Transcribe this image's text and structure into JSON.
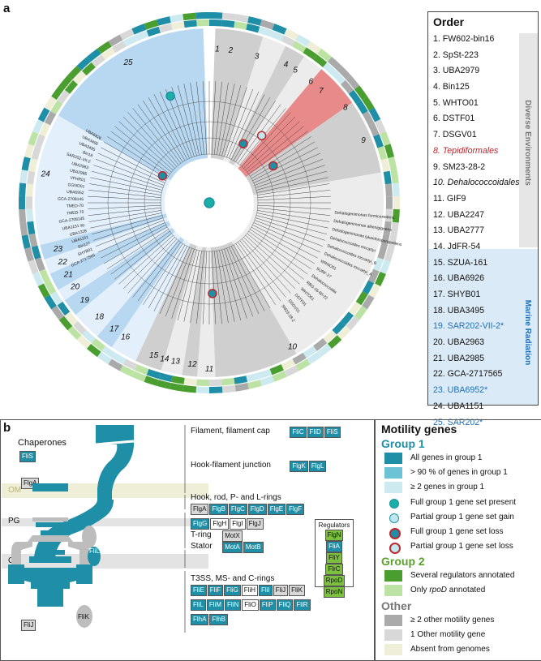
{
  "panel_a": {
    "letter": "a",
    "order_legend": {
      "title": "Order",
      "items": [
        {
          "label": "1. FW602-bin16",
          "style": "normal"
        },
        {
          "label": "2. SpSt-223",
          "style": "normal"
        },
        {
          "label": "3. UBA2979",
          "style": "normal"
        },
        {
          "label": "4. Bin125",
          "style": "normal"
        },
        {
          "label": "5. WHTO01",
          "style": "normal"
        },
        {
          "label": "6. DSTF01",
          "style": "normal"
        },
        {
          "label": "7. DSGV01",
          "style": "normal"
        },
        {
          "label": "8. Tepidiformales",
          "style": "red-italic"
        },
        {
          "label": "9. SM23-28-2",
          "style": "normal"
        },
        {
          "label": "10. Dehalococcoidales",
          "style": "italic"
        },
        {
          "label": "11. GIF9",
          "style": "normal"
        },
        {
          "label": "12. UBA2247",
          "style": "normal"
        },
        {
          "label": "13. UBA2777",
          "style": "normal"
        },
        {
          "label": "14. JdFR-54",
          "style": "normal"
        },
        {
          "label": "15. SZUA-161",
          "style": "normal"
        },
        {
          "label": "16. UBA6926",
          "style": "normal"
        },
        {
          "label": "17. SHYB01",
          "style": "normal"
        },
        {
          "label": "18. UBA3495",
          "style": "normal"
        },
        {
          "label": "19. SAR202-VII-2*",
          "style": "blue"
        },
        {
          "label": "20. UBA2963",
          "style": "normal"
        },
        {
          "label": "21. UBA2985",
          "style": "normal"
        },
        {
          "label": "22. GCA-2717565",
          "style": "normal"
        },
        {
          "label": "23. UBA6952*",
          "style": "blue"
        },
        {
          "label": "24. UBA1151",
          "style": "normal"
        },
        {
          "label": "25. SAR202*",
          "style": "blue"
        }
      ],
      "group_diverse": "Diverse Environments",
      "group_marine": "Marine Radiation"
    },
    "clade_numbers": [
      "1",
      "2",
      "3",
      "4",
      "5",
      "6",
      "7",
      "8",
      "9",
      "10",
      "11",
      "12",
      "13",
      "14",
      "15",
      "16",
      "17",
      "18",
      "19",
      "20",
      "21",
      "22",
      "23",
      "24",
      "25"
    ],
    "tip_labels_left": [
      "GCA-2717565",
      "SHYB01",
      "Bin127",
      "UBA1151",
      "UBA1328",
      "UBA1151 sp.",
      "GCA-2708145",
      "TMED-70",
      "TMED-70",
      "GCA-2708145",
      "UBA6952",
      "GGNO01",
      "VFHR01",
      "UBA2985",
      "UBA2963",
      "SAR202-VII-2",
      "Bin18",
      "UBA3495",
      "UBA3495",
      "UBA6926"
    ],
    "tip_labels_right": [
      "Dehalogenimonas formicexedens",
      "Dehalogenimonas alkenigignens",
      "Dehalogenimonas lykanthroporepellens",
      "Dehalococcoides mccartyi",
      "Dehalococcoides mccartyi_B",
      "Dehalococcoides mccartyi_A",
      "WRNO01",
      "SURF-27",
      "Dehalococcoidia",
      "RBG-16-60-22",
      "WHTO01",
      "DSTF01",
      "DSGV01",
      "SM23-28-2"
    ]
  },
  "panel_b": {
    "letter": "b",
    "chaperones_label": "Chaperones",
    "chaperone_gene": "FliS",
    "flga_gene": "FlgA",
    "flgj_gene": "FlgJ",
    "flij_gene": "FliJ",
    "flik_gene": "FliK",
    "flil_gene": "FliL",
    "membranes": {
      "om": "OM",
      "pg": "PG",
      "cm": "CM"
    },
    "components": [
      {
        "label": "Filament, filament cap",
        "genes": [
          {
            "n": "FliC",
            "c": "dark"
          },
          {
            "n": "FliD",
            "c": "dark"
          },
          {
            "n": "FliS",
            "c": "dark"
          }
        ]
      },
      {
        "label": "Hook-filament junction",
        "genes": [
          {
            "n": "FlgK",
            "c": "dark"
          },
          {
            "n": "FlgL",
            "c": "dark"
          }
        ]
      },
      {
        "label": "Hook, rod, P- and L-rings",
        "genes": [
          {
            "n": "FlgA",
            "c": "gray"
          },
          {
            "n": "FlgB",
            "c": "dark"
          },
          {
            "n": "FlgC",
            "c": "dark"
          },
          {
            "n": "FlgD",
            "c": "dark"
          },
          {
            "n": "FlgE",
            "c": "dark"
          },
          {
            "n": "FlgF",
            "c": "dark"
          },
          {
            "n": "FlgG",
            "c": "dark"
          },
          {
            "n": "FlgH",
            "c": "white"
          },
          {
            "n": "FlgI",
            "c": "white"
          },
          {
            "n": "FlgJ",
            "c": "gray"
          }
        ]
      },
      {
        "label": "T-ring",
        "genes": [
          {
            "n": "MotX",
            "c": "gray"
          }
        ]
      },
      {
        "label": "Stator",
        "genes": [
          {
            "n": "MotA",
            "c": "dark"
          },
          {
            "n": "MotB",
            "c": "dark"
          }
        ]
      },
      {
        "label": "T3SS, MS- and C-rings",
        "genes": [
          {
            "n": "FliE",
            "c": "dark"
          },
          {
            "n": "FliF",
            "c": "dark"
          },
          {
            "n": "FliG",
            "c": "dark"
          },
          {
            "n": "FliH",
            "c": "white"
          },
          {
            "n": "FliI",
            "c": "dark"
          },
          {
            "n": "FliJ",
            "c": "gray"
          },
          {
            "n": "FliK",
            "c": "gray"
          },
          {
            "n": "FliL",
            "c": "dark"
          },
          {
            "n": "FliM",
            "c": "dark"
          },
          {
            "n": "FliN",
            "c": "dark"
          },
          {
            "n": "FliO",
            "c": "white"
          },
          {
            "n": "FliP",
            "c": "dark"
          },
          {
            "n": "FliQ",
            "c": "dark"
          },
          {
            "n": "FliR",
            "c": "dark"
          },
          {
            "n": "FlhA",
            "c": "dark"
          },
          {
            "n": "FlhB",
            "c": "dark"
          }
        ]
      }
    ],
    "regulators": {
      "title": "Regulators",
      "genes": [
        {
          "n": "FlgN",
          "c": "green"
        },
        {
          "n": "FliA",
          "c": "dark"
        },
        {
          "n": "FliY",
          "c": "green"
        },
        {
          "n": "FlrC",
          "c": "green"
        },
        {
          "n": "RpoD",
          "c": "green"
        },
        {
          "n": "RpoN",
          "c": "green"
        }
      ]
    }
  },
  "motility_legend": {
    "title": "Motility genes",
    "group1": {
      "title": "Group 1",
      "items": [
        "All genes in group 1",
        "> 90 % of genes in group 1",
        "≥ 2 genes in group 1"
      ],
      "dots": [
        "Full group 1 gene set present",
        "Partial group 1 gene set gain",
        "Full group 1 gene set loss",
        "Partial group 1 gene set loss"
      ]
    },
    "group2": {
      "title": "Group 2",
      "items": [
        "Several regulators annotated"
      ],
      "rpod_prefix": "Only ",
      "rpod_word": "rpoD",
      "rpod_suffix": " annotated"
    },
    "other": {
      "title": "Other",
      "items": [
        "≥ 2 other motility genes",
        "1 Other motility gene",
        "Absent from genomes"
      ]
    }
  },
  "colors": {
    "teal_dark": "#1e8fa6",
    "teal_mid": "#6cc3d5",
    "teal_light": "#cdeaf1",
    "green_dark": "#4a9e2f",
    "green_light": "#bde3a4",
    "gray_dark": "#aaaaaa",
    "gray_light": "#d8d8d8",
    "beige": "#efeed6",
    "red_clade": "#e88a8a",
    "blue_clade": "#b8d8f2",
    "gray_clade": "#cfcfcf"
  }
}
